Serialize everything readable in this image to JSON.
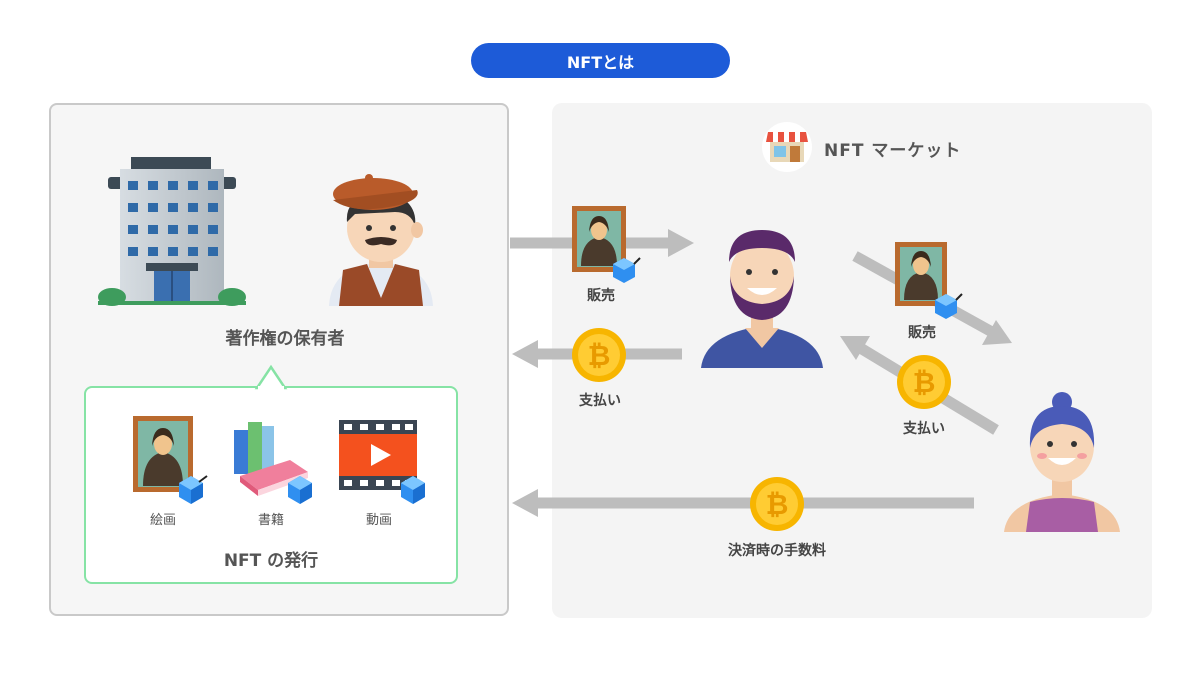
{
  "header": {
    "title": "NFTとは"
  },
  "left": {
    "owner_label": "著作権の保有者",
    "issue_label": "NFT の発行",
    "items": [
      {
        "label": "絵画",
        "icon": "painting-icon"
      },
      {
        "label": "書籍",
        "icon": "books-icon"
      },
      {
        "label": "動画",
        "icon": "video-icon"
      }
    ]
  },
  "market": {
    "title": "NFT マーケット",
    "flows": {
      "sale_1": "販売",
      "payment_1": "支払い",
      "sale_2": "販売",
      "payment_2": "支払い",
      "fee": "決済時の手数料"
    }
  },
  "colors": {
    "accent": "#1d5bd8",
    "arrow": "#bdbdbd",
    "coin": "#f7b500",
    "green_border": "#86e3a5"
  }
}
